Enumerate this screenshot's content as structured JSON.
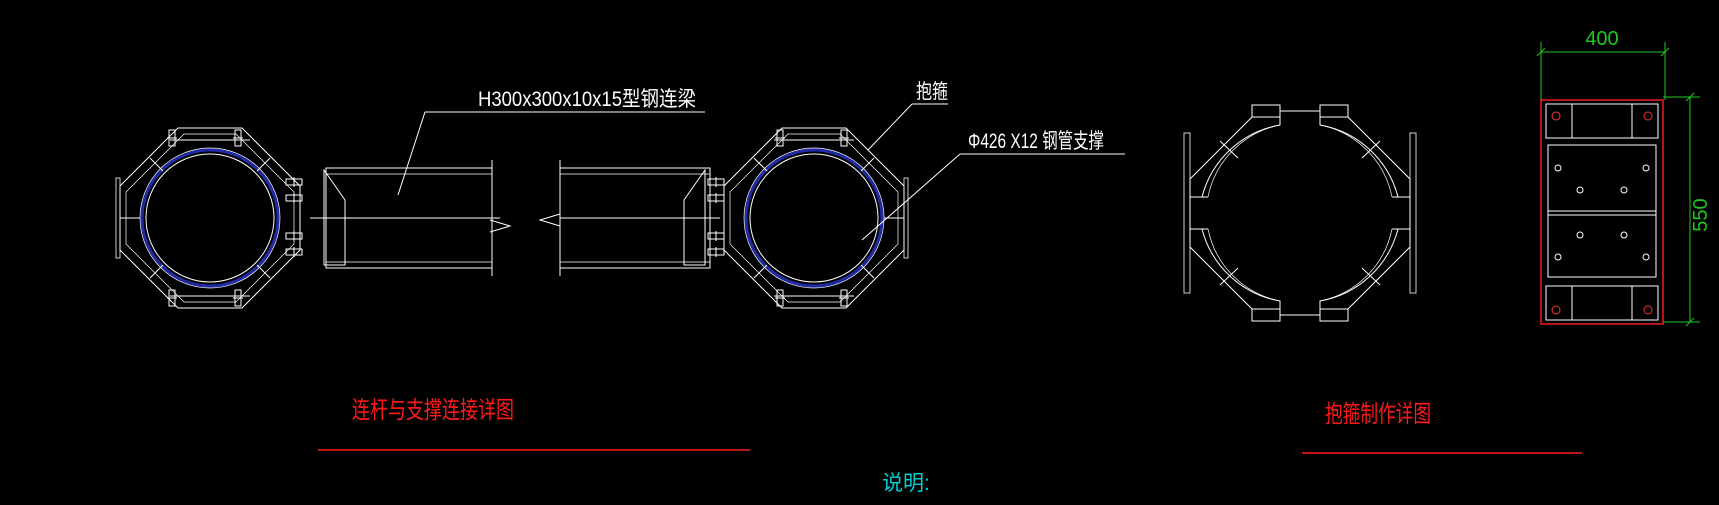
{
  "drawing": {
    "background": "#000000",
    "colors": {
      "line": "#ffffff",
      "pipe": "#1f2aa8",
      "title": "#ff1a1a",
      "dimension": "#21c621",
      "note": "#00d0d0",
      "plate": "#b31616"
    }
  },
  "labels": {
    "beam_label": "H300x300x10x15型钢连梁",
    "clamp_label": "抱箍",
    "pipe_label": "Φ426 X12 钢管支撑",
    "title_left": "连杆与支撑连接详图",
    "title_right": "抱箍制作详图",
    "notes_heading": "说明:"
  },
  "dimensions": {
    "width": "400",
    "height": "550"
  }
}
